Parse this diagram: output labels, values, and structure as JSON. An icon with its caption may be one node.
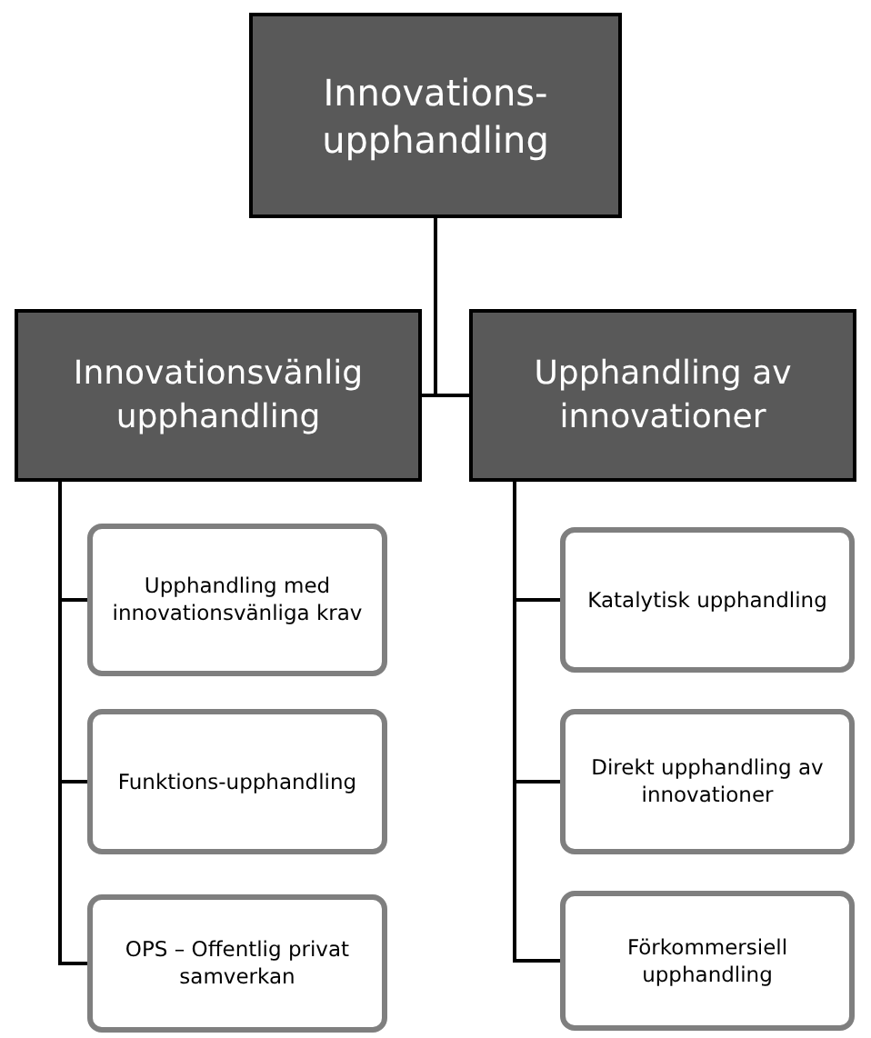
{
  "diagram": {
    "nodes": [
      {
        "text": [
          "Innovations-upphandling"
        ]
      },
      {
        "text": [
          "Innovationsvänlig upphandling"
        ]
      },
      {
        "text": [
          "Upphandling av innovationer"
        ]
      },
      {
        "text": [
          "Upphandling med innovationsvänliga krav"
        ]
      },
      {
        "text": [
          "Funktions-upphandling"
        ]
      },
      {
        "text": [
          "OPS – Offentlig privat samverkan"
        ]
      },
      {
        "text": [
          "Katalytisk upphandling"
        ]
      },
      {
        "text": [
          "Direkt upphandling av innovationer"
        ]
      },
      {
        "text": [
          "Förkommersiell upphandling"
        ]
      }
    ],
    "edges": [
      {
        "from": 0,
        "to": 1,
        "arrow": "none"
      },
      {
        "from": 0,
        "to": 2,
        "arrow": "none"
      },
      {
        "from": 1,
        "to": 3,
        "arrow": "none"
      },
      {
        "from": 1,
        "to": 4,
        "arrow": "none"
      },
      {
        "from": 1,
        "to": 5,
        "arrow": "none"
      },
      {
        "from": 2,
        "to": 6,
        "arrow": "none"
      },
      {
        "from": 2,
        "to": 7,
        "arrow": "none"
      },
      {
        "from": 2,
        "to": 8,
        "arrow": "none"
      }
    ]
  }
}
